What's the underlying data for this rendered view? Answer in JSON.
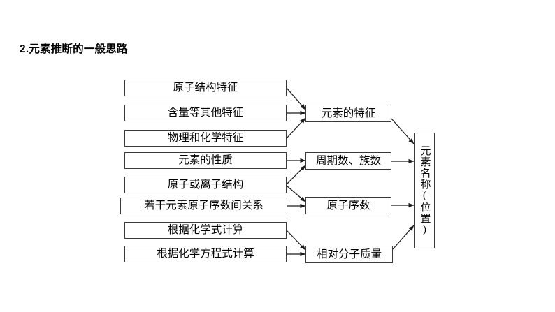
{
  "page": {
    "title": "2.元素推断的一般思路",
    "background_color": "#ffffff",
    "line_color": "#3a3a3a",
    "text_color": "#000000"
  },
  "diagram": {
    "type": "flowchart",
    "orientation": "left-to-right",
    "left_column": [
      {
        "id": "n1",
        "label": "原子结构特征"
      },
      {
        "id": "n2",
        "label": "含量等其他特征"
      },
      {
        "id": "n3",
        "label": "物理和化学特征"
      },
      {
        "id": "n4",
        "label": "元素的性质"
      },
      {
        "id": "n5",
        "label": "原子或离子结构"
      },
      {
        "id": "n6",
        "label": "若干元素原子序数间关系"
      },
      {
        "id": "n7",
        "label": "根据化学式计算"
      },
      {
        "id": "n8",
        "label": "根据化学方程式计算"
      }
    ],
    "middle_column": [
      {
        "id": "m1",
        "label": "元素的特征"
      },
      {
        "id": "m2",
        "label": "周期数、族数"
      },
      {
        "id": "m3",
        "label": "原子序数"
      },
      {
        "id": "m4",
        "label": "相对分子质量"
      }
    ],
    "right_column": [
      {
        "id": "r1",
        "label": "元素名称(位置)"
      }
    ],
    "edges": [
      {
        "from": "n1",
        "to": "m1"
      },
      {
        "from": "n2",
        "to": "m1"
      },
      {
        "from": "n3",
        "to": "m1"
      },
      {
        "from": "n4",
        "to": "m2"
      },
      {
        "from": "n5",
        "to": "m2"
      },
      {
        "from": "n5",
        "to": "m3"
      },
      {
        "from": "n6",
        "to": "m3"
      },
      {
        "from": "n7",
        "to": "m4"
      },
      {
        "from": "n8",
        "to": "m4"
      },
      {
        "from": "m1",
        "to": "r1"
      },
      {
        "from": "m2",
        "to": "r1"
      },
      {
        "from": "m3",
        "to": "r1"
      },
      {
        "from": "m4",
        "to": "r1"
      }
    ]
  }
}
